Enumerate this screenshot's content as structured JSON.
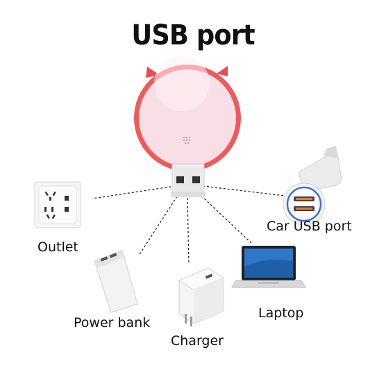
{
  "title": "USB port",
  "labels": {
    "outlet": "Outlet",
    "car_usb_port": "Car USB port",
    "laptop": "Laptop",
    "power_bank": "Power bank",
    "charger": "Charger"
  },
  "colors": {
    "lamp_shell": "#ef5a5a",
    "lamp_face": "#f8dfe6",
    "connector_line": "#222222"
  },
  "icons": [
    "night-light-icon",
    "usb-plug-icon",
    "wall-outlet-icon",
    "power-bank-icon",
    "usb-charger-icon",
    "laptop-icon",
    "car-charger-icon"
  ]
}
